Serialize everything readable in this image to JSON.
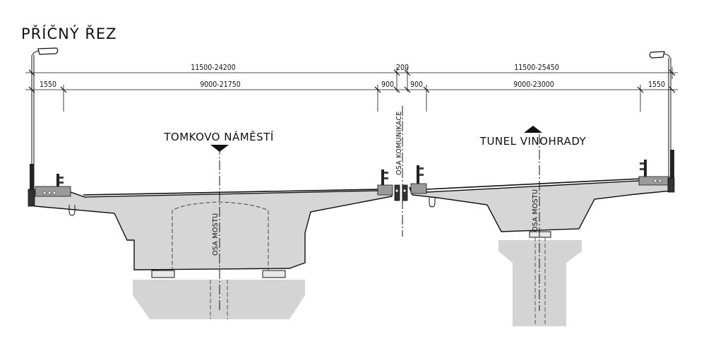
{
  "title": "PŘÍČNÝ ŘEZ",
  "dimensions": {
    "left_total": "11500-24200",
    "joint_gap": "200",
    "right_total": "11500-25450",
    "left_edge": "1550",
    "left_carriageway": "9000-21750",
    "left_inner": "900",
    "right_inner": "900",
    "right_carriageway": "9000-23000",
    "right_edge": "1550"
  },
  "labels": {
    "left_direction": "TOMKOVO NÁMĚSTÍ",
    "right_direction": "TUNEL VINOHRADY",
    "road_axis": "OSA KOMUNIKACE",
    "left_bridge_axis": "OSA MOSTU",
    "right_bridge_axis": "OSA MOSTU"
  },
  "colors": {
    "concrete": "#d6d6d6",
    "line": "#111111"
  }
}
